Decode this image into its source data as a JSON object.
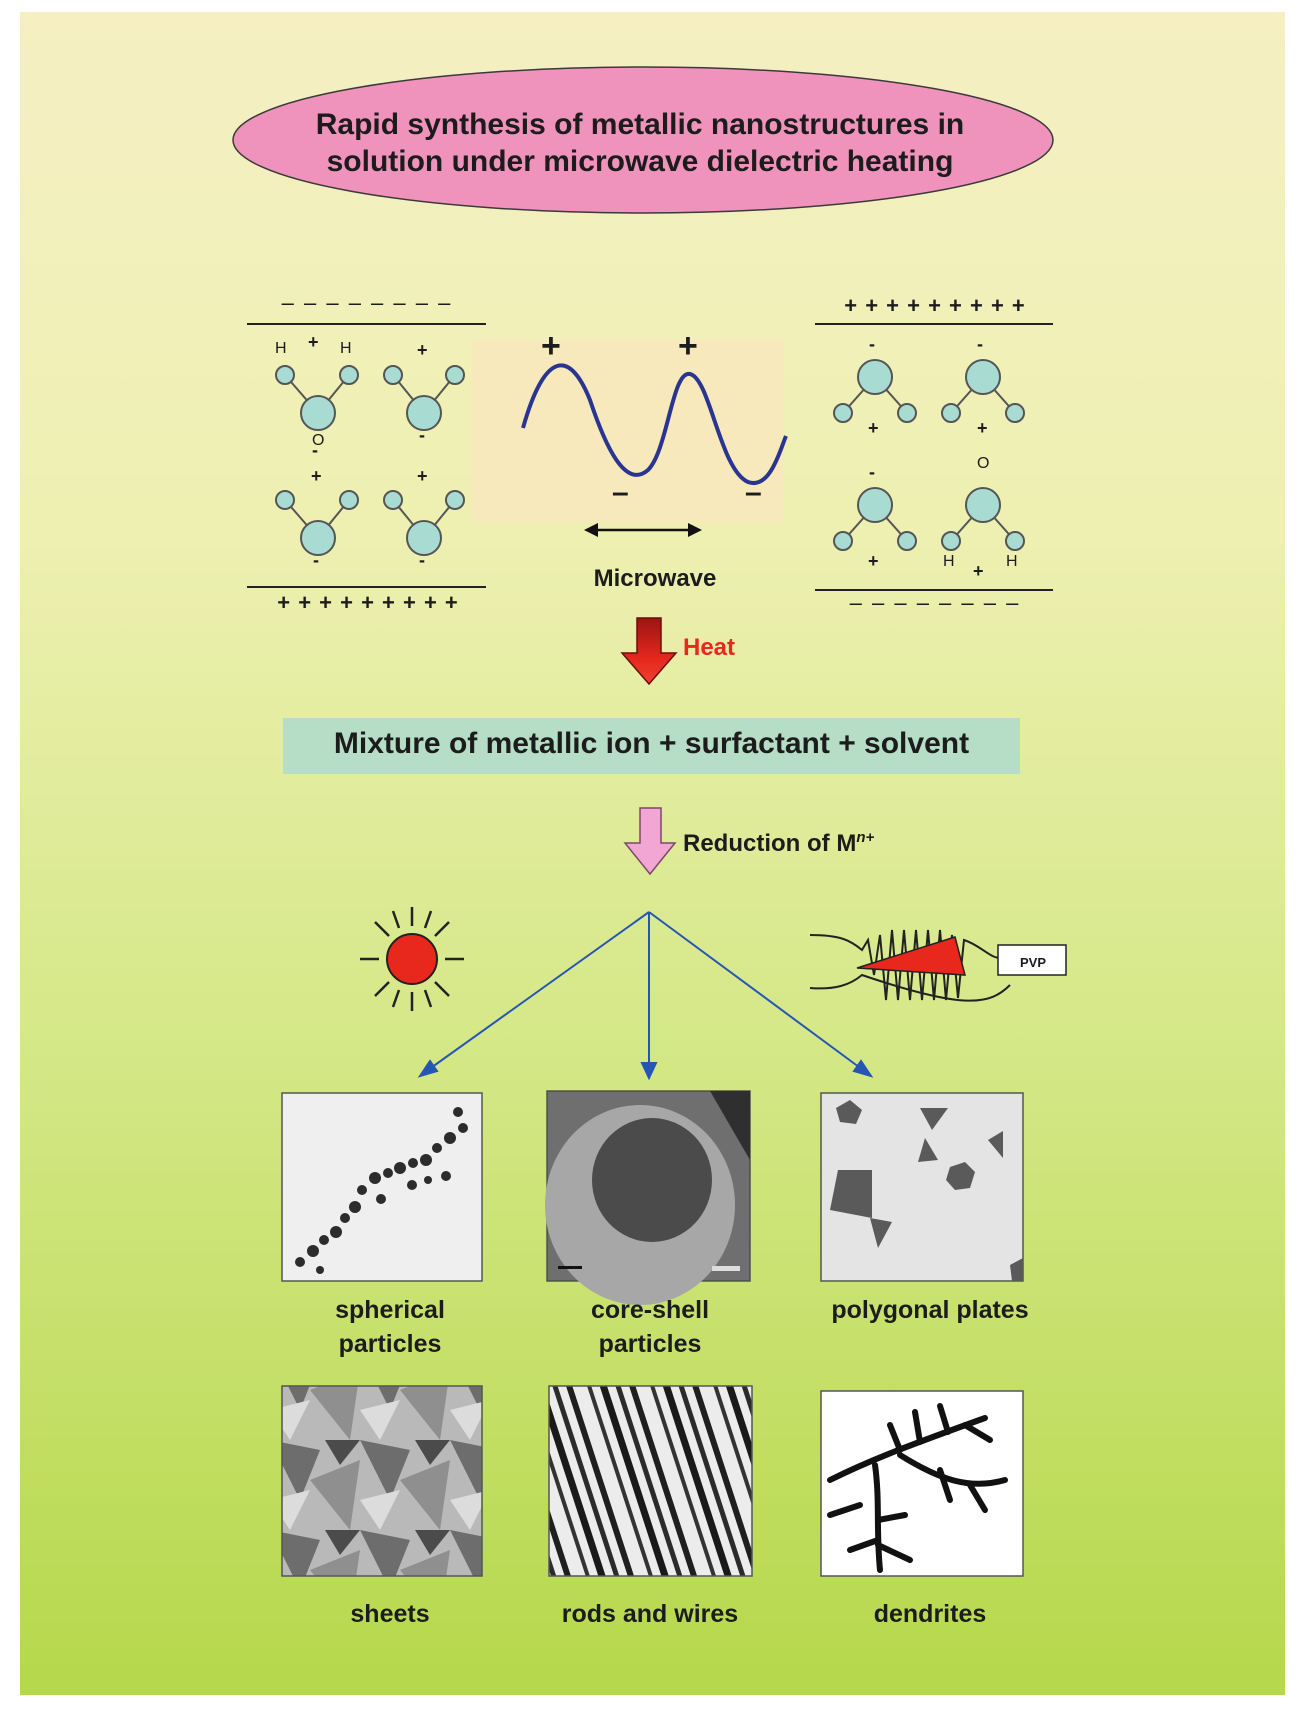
{
  "title": {
    "line1": "Rapid synthesis of metallic nanostructures  in",
    "line2": "solution under microwave dielectric heating"
  },
  "microwave": {
    "label": "Microwave",
    "wave_plus": "+",
    "wave_minus": "–"
  },
  "left_plate": {
    "top_charges": "– – – – – – – –",
    "bottom_charges": "+ + + + + + + + +",
    "atom_h": "H",
    "atom_o": "O",
    "plus": "+",
    "minus": "-"
  },
  "right_plate": {
    "top_charges": "+ + + + + + + + +",
    "bottom_charges": "– – – – – – – –",
    "atom_h": "H",
    "atom_o": "O",
    "plus": "+",
    "minus": "-"
  },
  "heat": {
    "label": "Heat",
    "color": "#e8271d"
  },
  "mixture": {
    "label": "Mixture of metallic ion + surfactant + solvent",
    "box_color": "#b6ddc6"
  },
  "reduction": {
    "label": "Reduction of M",
    "superscript": "n+"
  },
  "pvp": {
    "label": "PVP"
  },
  "products": [
    {
      "caption_line1": "spherical",
      "caption_line2": "particles"
    },
    {
      "caption_line1": "core-shell",
      "caption_line2": "particles"
    },
    {
      "caption_line1": "polygonal plates",
      "caption_line2": ""
    },
    {
      "caption_line1": "sheets",
      "caption_line2": ""
    },
    {
      "caption_line1": "rods and wires",
      "caption_line2": ""
    },
    {
      "caption_line1": "dendrites",
      "caption_line2": ""
    }
  ],
  "colors": {
    "title_ellipse": "#ef93bd",
    "wave": "#2a3591",
    "molecule": "#a8dcd2",
    "sun": "#e8271d",
    "branch_arrows": "#2656b4",
    "pink_arrow": "#f1a6d3"
  }
}
